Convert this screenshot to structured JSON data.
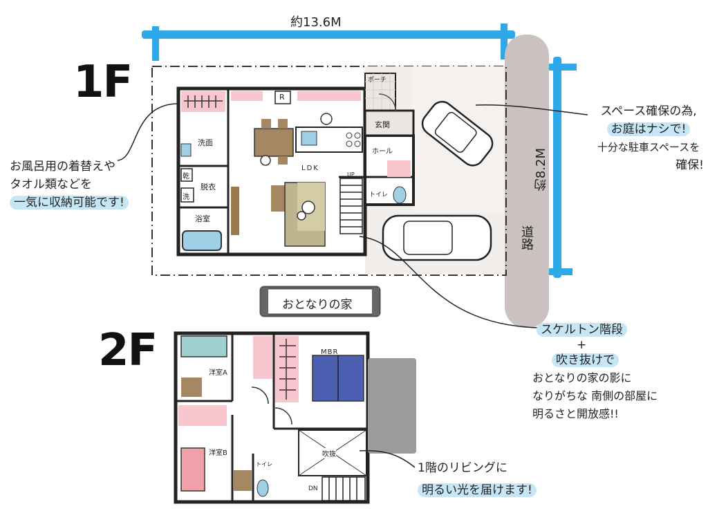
{
  "dimensions": {
    "width_label": "約13.6M",
    "depth_label": "約8.2M"
  },
  "floor_labels": {
    "first": "1F",
    "second": "2F"
  },
  "road_label": "道路",
  "neighbor_label": "おとなりの家",
  "first_floor_rooms": {
    "porch": "ポーチ",
    "entrance": "玄関",
    "hall": "ホール",
    "toilet": "トイレ",
    "wash": "洗面",
    "dry": "乾",
    "washer": "洗",
    "dressing": "脱衣",
    "bath": "浴室",
    "ldk": "LDK",
    "up": "UP",
    "fridge": "R"
  },
  "second_floor_rooms": {
    "western_a": "洋室A",
    "western_b": "洋室B",
    "mbr": "MBR",
    "toilet": "トイレ",
    "void": "吹抜",
    "down": "DN"
  },
  "notes": {
    "left": [
      "お風呂用の着替えや",
      "タオル類などを",
      "一気に収納可能です!"
    ],
    "right_top": [
      "スペース確保の為,",
      "お庭はナシで!",
      "十分な駐車スペースを",
      "確保!"
    ],
    "right_mid": [
      "スケルトン階段",
      "+",
      "吹き抜けで",
      "おとなりの家の影に",
      "なりがちな 南側の部屋に",
      "明るさと開放感!!"
    ],
    "bottom": [
      "1階のリビングに",
      "明るい光を届けます!"
    ]
  },
  "colors": {
    "dimension_blue": "#2fa8ea",
    "highlight": "#c6e6f5",
    "road_gray": "#c9c2c0",
    "closet_pink": "#f7c6cf",
    "table_brown": "#a58862",
    "sofa_olive": "#bdb58e",
    "bed_navy": "#4d5fb0",
    "bed_teal": "#9fd0cf",
    "bed_pink": "#f0a0a8"
  }
}
